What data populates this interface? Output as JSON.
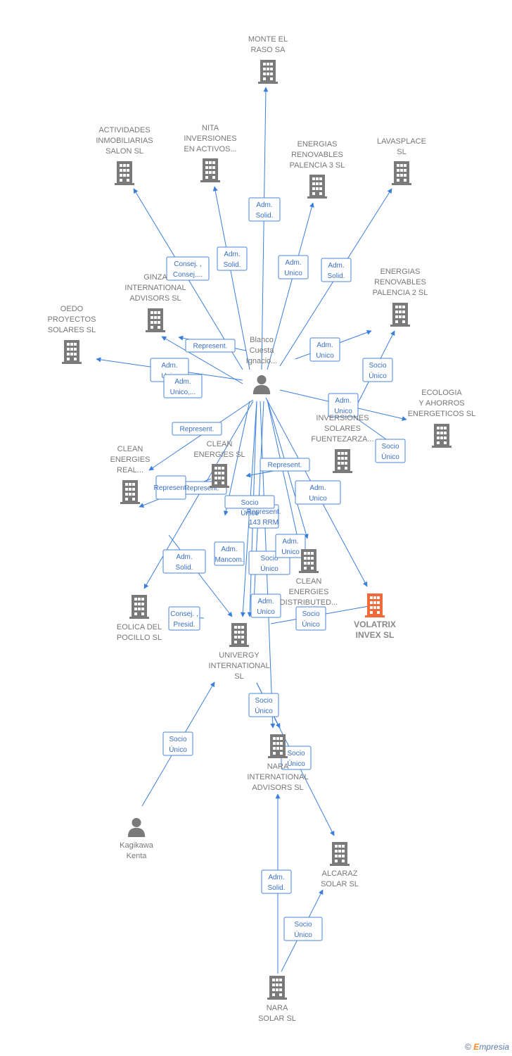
{
  "colors": {
    "edge": "#3b7fdc",
    "building": "#7a7a7a",
    "highlight": "#f26a3a",
    "person": "#7a7a7a"
  },
  "nodes": [
    {
      "id": "monte",
      "type": "company",
      "lines": [
        "MONTE EL",
        "RASO SA"
      ]
    },
    {
      "id": "actividades",
      "type": "company",
      "lines": [
        "ACTIVIDADES",
        "INMOBILIARIAS",
        "SALON SL"
      ]
    },
    {
      "id": "nita",
      "type": "company",
      "lines": [
        "NITA",
        "INVERSIONES",
        "EN ACTIVOS..."
      ]
    },
    {
      "id": "energias3",
      "type": "company",
      "lines": [
        "ENERGIAS",
        "RENOVABLES",
        "PALENCIA 3 SL"
      ]
    },
    {
      "id": "lavasplace",
      "type": "company",
      "lines": [
        "LAVASPLACE",
        "SL"
      ]
    },
    {
      "id": "ginza",
      "type": "company",
      "lines": [
        "GINZA",
        "INTERNATIONAL",
        "ADVISORS SL"
      ]
    },
    {
      "id": "energias2",
      "type": "company",
      "lines": [
        "ENERGIAS",
        "RENOVABLES",
        "PALENCIA 2 SL"
      ]
    },
    {
      "id": "oedo",
      "type": "company",
      "lines": [
        "OEDO",
        "PROYECTOS",
        "SOLARES SL"
      ]
    },
    {
      "id": "blanco",
      "type": "person",
      "lines": [
        "Blanco",
        "Cuesta",
        "Ignacio..."
      ]
    },
    {
      "id": "ecologia",
      "type": "company",
      "lines": [
        "ECOLOGIA",
        "Y AHORROS",
        "ENERGETICOS SL"
      ]
    },
    {
      "id": "inversiones",
      "type": "company",
      "lines": [
        "INVERSIONES",
        "SOLARES",
        "FUENTEZARZA..."
      ]
    },
    {
      "id": "cleanreal",
      "type": "company",
      "lines": [
        "CLEAN",
        "ENERGIES",
        "REAL..."
      ]
    },
    {
      "id": "cleansl",
      "type": "company",
      "lines": [
        "CLEAN",
        "ENERGIES SL"
      ]
    },
    {
      "id": "cleandist",
      "type": "company",
      "lines": [
        "CLEAN",
        "ENERGIES",
        "DISTRIBUTED..."
      ]
    },
    {
      "id": "eolica",
      "type": "company",
      "lines": [
        "EOLICA DEL",
        "POCILLO SL"
      ]
    },
    {
      "id": "univergy",
      "type": "company",
      "lines": [
        "UNIVERGY",
        "INTERNATIONAL",
        "SL"
      ]
    },
    {
      "id": "volatrix",
      "type": "company",
      "highlight": true,
      "lines": [
        "VOLATRIX",
        "INVEX SL"
      ]
    },
    {
      "id": "nara_int",
      "type": "company",
      "lines": [
        "NARA",
        "INTERNATIONAL",
        "ADVISORS SL"
      ]
    },
    {
      "id": "kagikawa",
      "type": "person",
      "lines": [
        "Kagikawa",
        "Kenta"
      ]
    },
    {
      "id": "alcaraz",
      "type": "company",
      "lines": [
        "ALCARAZ",
        "SOLAR SL"
      ]
    },
    {
      "id": "nara_solar",
      "type": "company",
      "lines": [
        "NARA",
        "SOLAR SL"
      ]
    }
  ],
  "edge_labels": [
    [
      "Adm.",
      "Solid."
    ],
    [
      "Consej. ,",
      "Consej...."
    ],
    [
      "Adm.",
      "Solid."
    ],
    [
      "Adm.",
      "Unico"
    ],
    [
      "Adm.",
      "Solid."
    ],
    [
      "Represent."
    ],
    [
      "Adm.",
      "Unico"
    ],
    [
      "Adm.",
      "Uni..."
    ],
    [
      "Adm.",
      "Unico,..."
    ],
    [
      "Socio",
      "Único"
    ],
    [
      "Adm.",
      "Unico"
    ],
    [
      "Represent."
    ],
    [
      "Socio",
      "Único"
    ],
    [
      "Represent."
    ],
    [
      "Adm.",
      "Unico"
    ],
    [
      "Represent.",
      "143 RRM"
    ],
    [
      "Socio",
      "Único"
    ],
    [
      "Represent."
    ],
    [
      "Represent."
    ],
    [
      "Socio",
      "Único"
    ],
    [
      "Adm.",
      "Solid."
    ],
    [
      "Adm.",
      "Mancom."
    ],
    [
      "Socio",
      "Único"
    ],
    [
      "Consej. ,",
      "Presid."
    ],
    [
      "Adm.",
      "Unico"
    ],
    [
      "Socio",
      "Único"
    ],
    [
      "Adm.",
      "Unico"
    ],
    [
      "Socio",
      "Único"
    ],
    [
      "Socio",
      "Único"
    ],
    [
      "Adm.",
      "Solid."
    ],
    [
      "Socio",
      "Único"
    ],
    [
      "Adm.",
      "Unico,..."
    ]
  ],
  "brand": {
    "copyright": "©",
    "name_first": "E",
    "name_rest": "mpresia"
  }
}
